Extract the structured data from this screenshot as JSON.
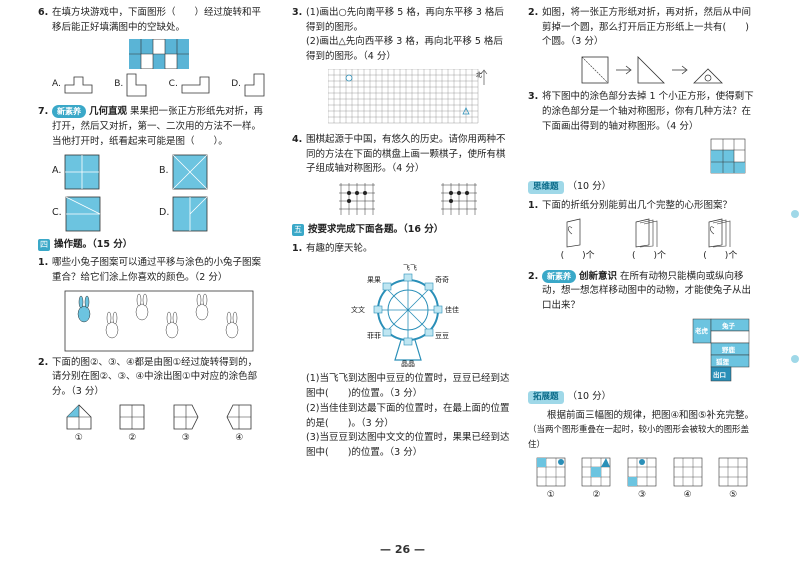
{
  "page_number": "— 26 —",
  "left": {
    "q6": {
      "num": "6.",
      "text": "在填方块游戏中，下面图形（　　）经过旋转和平移后能正好填满图中的空缺处。",
      "options": [
        "A.",
        "B.",
        "C.",
        "D."
      ]
    },
    "q7": {
      "num": "7.",
      "tag": "新素养",
      "title": "几何直观",
      "text": "果果把一张正方形纸先对折，再打开，然后又对折，第一、二次用的方法不一样。当他打开时，纸看起来可能是图（　　）。",
      "options": [
        "A.",
        "B.",
        "C.",
        "D."
      ]
    },
    "section4": {
      "badge": "四",
      "title": "操作题。（15 分）"
    },
    "op1": {
      "num": "1.",
      "text": "哪些小兔子图案可以通过平移与涂色的小兔子图案重合？给它们涂上你喜欢的颜色。（2 分）"
    },
    "op2": {
      "num": "2.",
      "text": "下面的图②、③、④都是由图①经过旋转得到的，请分别在图②、③、④中涂出图①中对应的涂色部分。（3 分）",
      "labels": [
        "①",
        "②",
        "③",
        "④"
      ]
    }
  },
  "middle": {
    "op3": {
      "num": "3.",
      "text1": "(1)画出○先向南平移 5 格，再向东平移 3 格后得到的图形。",
      "text2": "(2)画出△先向西平移 3 格，再向北平移 5 格后得到的图形。（4 分）",
      "north": "北"
    },
    "op4": {
      "num": "4.",
      "text": "围棋起源于中国，有悠久的历史。请你用两种不同的方法在下面的棋盘上画一颗棋子，使所有棋子组成轴对称图形。（4 分）"
    },
    "section5": {
      "badge": "五",
      "title": "按要求完成下面各题。（16 分）"
    },
    "p1": {
      "num": "1.",
      "text": "有趣的摩天轮。",
      "names": [
        "飞飞",
        "果果",
        "奇奇",
        "文文",
        "佳佳",
        "菲菲",
        "豆豆",
        "晶晶"
      ],
      "s1": "(1)当飞飞到达图中豆豆的位置时，豆豆已经到达图中(　　)的位置。（3 分）",
      "s2": "(2)当佳佳到达最下面的位置时，在最上面的位置的是(　　)。（3 分）",
      "s3": "(3)当豆豆到达图中文文的位置时，果果已经到达图中(　　)的位置。（3 分）"
    }
  },
  "right": {
    "p2": {
      "num": "2.",
      "text": "如图，将一张正方形纸对折，再对折，然后从中间剪掉一个圆，那么打开后正方形纸上一共有(　　)个圆。（3 分）"
    },
    "p3": {
      "num": "3.",
      "text": "将下图中的涂色部分去掉 1 个小正方形，使得剩下的涂色部分是一个轴对称图形，你有几种方法？在下面画出得到的轴对称图形。（4 分）"
    },
    "section_extra": {
      "badge": "思维题",
      "score": "（10 分）"
    },
    "t1": {
      "num": "1.",
      "text": "下面的折纸分别能剪出几个完整的心形图案？",
      "blanks": [
        "(　　)个",
        "(　　)个",
        "(　　)个"
      ]
    },
    "t2": {
      "num": "2.",
      "tag": "新素养",
      "title": "创新意识",
      "text": "在所有动物只能横向或纵向移动，想一想怎样移动图中的动物，才能使兔子从出口出来？",
      "grid": [
        "老虎",
        "兔子",
        "野鹿",
        "狐狸",
        "出口"
      ]
    },
    "section_ext": {
      "badge": "拓展题",
      "score": "（10 分）"
    },
    "e1": {
      "text": "根据前面三幅图的规律，把图④和图⑤补充完整。",
      "note": "（当两个图形重叠在一起时，较小的图形会被较大的图形盖住）",
      "labels": [
        "①",
        "②",
        "③",
        "④",
        "⑤"
      ]
    }
  }
}
